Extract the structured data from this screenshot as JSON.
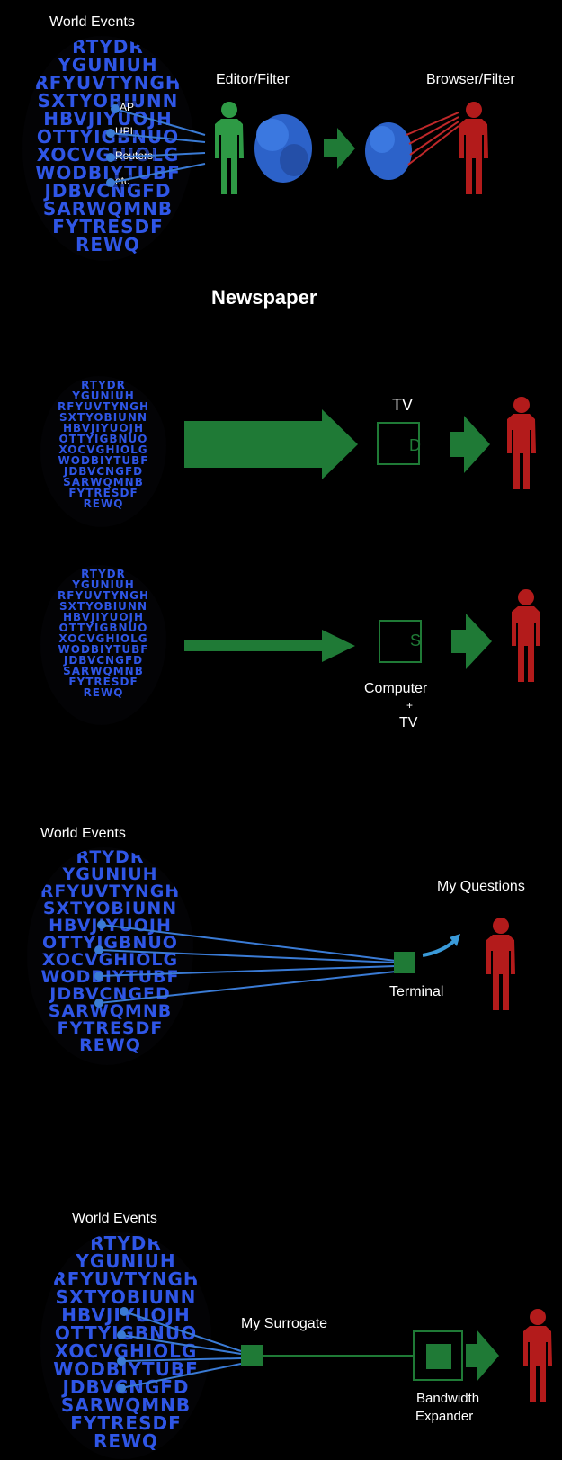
{
  "colors": {
    "background": "#000000",
    "event_text": "#2f56e6",
    "person_user": "#b31b1b",
    "person_editor": "#2e9a45",
    "arrow_green": "#1f7a36",
    "line_blue": "#3a7bd5"
  },
  "blob_lines": [
    "RTYDR",
    "YGUNIUH",
    "RFYUVTYNGH",
    "SXTYOBIUNN",
    "HBVJIYUOJH",
    "OTTYIGBNUO",
    "XOCVGHIOLG",
    "WODBIYTUBF",
    "JDBVCNGFD",
    "SARWQMNB",
    "FYTRESDF",
    "REWQ"
  ],
  "newspaper": {
    "world_events": "World Events",
    "sources": [
      "AP",
      "UPI",
      "Routers",
      "etc"
    ],
    "editor_filter": "Editor/Filter",
    "browser_filter": "Browser/Filter",
    "caption": "Newspaper"
  },
  "tv": {
    "label": "TV",
    "box_letter": "D"
  },
  "computer_tv": {
    "box_letter": "S",
    "label_line1": "Computer",
    "label_line2": "+",
    "label_line3": "TV"
  },
  "terminal": {
    "world_events": "World Events",
    "my_questions": "My Questions",
    "terminal_label": "Terminal"
  },
  "surrogate": {
    "world_events": "World Events",
    "my_surrogate": "My Surrogate",
    "bandwidth_line1": "Bandwidth",
    "bandwidth_line2": "Expander"
  }
}
